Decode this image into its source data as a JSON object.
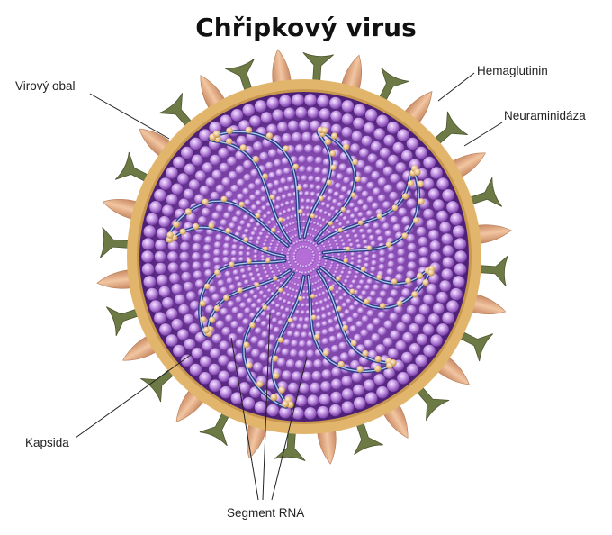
{
  "title": "Chřipkový virus",
  "labels": {
    "envelope": "Virový obal",
    "hemagglutinin": "Hemaglutinin",
    "neuraminidase": "Neuraminidáza",
    "capsid": "Kapsida",
    "rna_segment": "Segment RNA"
  },
  "colors": {
    "envelope": "#e2b56d",
    "capsid_dark": "#4b1f74",
    "capsid_mid": "#8a4fb5",
    "capsomer": "#c79ae6",
    "hemagglutinin": "#6d7a45",
    "neuraminidase": "#e3ad83",
    "rna_bead": "#e6bd82",
    "rna_strand": "#2a3f86"
  },
  "spikes": {
    "hemagglutinin_count": 16,
    "neuraminidase_count": 16
  },
  "rna_segments": 8
}
